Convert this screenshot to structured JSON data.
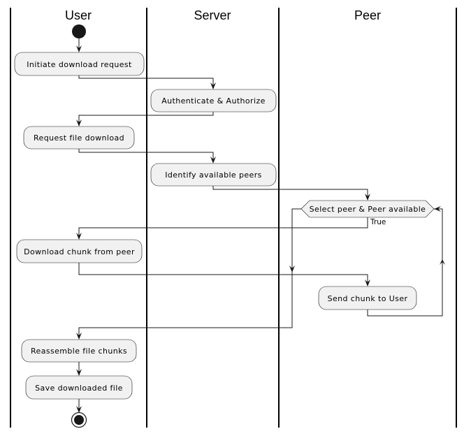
{
  "lanes": [
    {
      "id": "user",
      "title": "User"
    },
    {
      "id": "server",
      "title": "Server"
    },
    {
      "id": "peer",
      "title": "Peer"
    }
  ],
  "activities": {
    "initiate": "Initiate download request",
    "authenticate": "Authenticate & Authorize",
    "request": "Request file download",
    "identify": "Identify available peers",
    "download_chunk": "Download chunk from peer",
    "send_chunk": "Send chunk to User",
    "reassemble": "Reassemble file chunks",
    "save": "Save downloaded file"
  },
  "loop": {
    "condition": "Select peer & Peer available",
    "true_label": "True"
  }
}
